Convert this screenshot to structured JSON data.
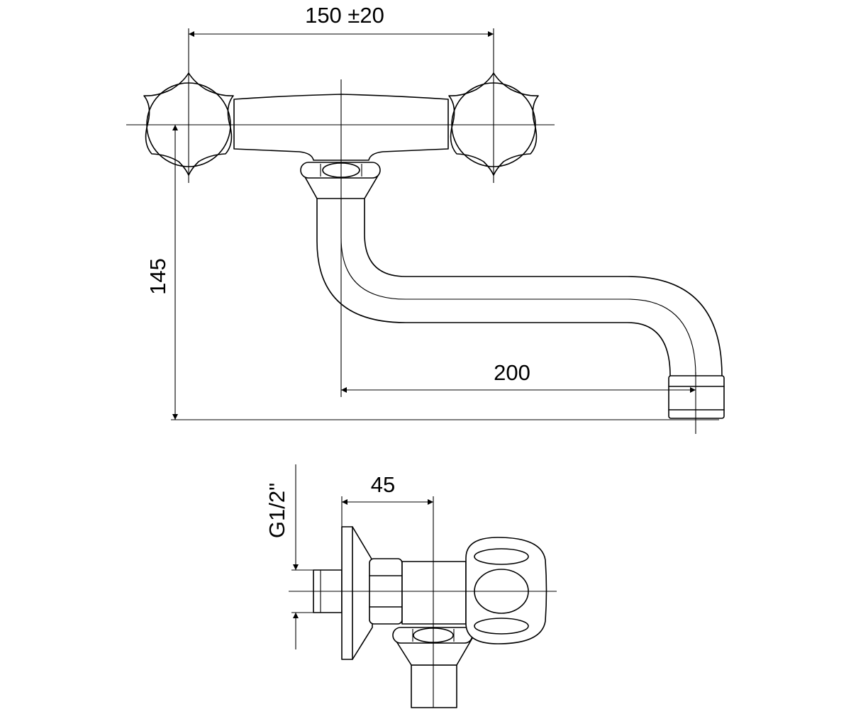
{
  "dimensions": {
    "handle_spacing": "150 ±20",
    "spout_height": "145",
    "spout_reach": "200",
    "body_depth": "45",
    "thread_size": "G1/2\""
  },
  "colors": {
    "line": "#000000",
    "background": "#ffffff"
  }
}
